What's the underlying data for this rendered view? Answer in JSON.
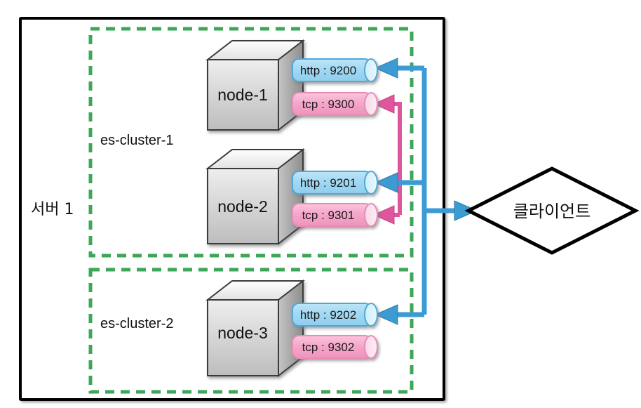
{
  "diagram": {
    "title": "Elasticsearch cluster port diagram",
    "server": {
      "label": "서버 1",
      "border_color": "#000000"
    },
    "clusters": [
      {
        "id": "es-cluster-1",
        "label": "es-cluster-1",
        "border_color": "#3ea757",
        "border_style": "dashed",
        "nodes": [
          {
            "id": "node-1",
            "label": "node-1",
            "ports": [
              {
                "protocol": "http",
                "port": "9200",
                "label": "http : 9200",
                "color": "#a7daf3",
                "connected": true
              },
              {
                "protocol": "tcp",
                "port": "9300",
                "label": "tcp : 9300",
                "color": "#f4a7c9",
                "connected": true
              }
            ]
          },
          {
            "id": "node-2",
            "label": "node-2",
            "ports": [
              {
                "protocol": "http",
                "port": "9201",
                "label": "http : 9201",
                "color": "#a7daf3",
                "connected": true
              },
              {
                "protocol": "tcp",
                "port": "9301",
                "label": "tcp : 9301",
                "color": "#f4a7c9",
                "connected": true
              }
            ]
          }
        ]
      },
      {
        "id": "es-cluster-2",
        "label": "es-cluster-2",
        "border_color": "#3ea757",
        "border_style": "dashed",
        "nodes": [
          {
            "id": "node-3",
            "label": "node-3",
            "ports": [
              {
                "protocol": "http",
                "port": "9202",
                "label": "http : 9202",
                "color": "#a7daf3",
                "connected": true
              },
              {
                "protocol": "tcp",
                "port": "9302",
                "label": "tcp : 9302",
                "color": "#f4a7c9",
                "connected": false
              }
            ]
          }
        ]
      }
    ],
    "client": {
      "label": "클라이언트",
      "shape": "diamond",
      "border_color": "#000000"
    },
    "connections": [
      {
        "from": "client",
        "to": "node-1.http",
        "color": "#3d9bd4"
      },
      {
        "from": "client",
        "to": "node-2.http",
        "color": "#3d9bd4"
      },
      {
        "from": "client",
        "to": "node-3.http",
        "color": "#3d9bd4"
      },
      {
        "from": "node-2.tcp",
        "to": "node-1.tcp",
        "color": "#e0559b"
      }
    ],
    "colors": {
      "http_blue": "#a7daf3",
      "tcp_pink": "#f4a7c9",
      "line_blue": "#3d9bd4",
      "line_pink": "#e0559b",
      "cluster_green": "#3ea757",
      "node_gray_light": "#f0f0f0",
      "node_gray_dark": "#b8b8b8",
      "frame_black": "#000000"
    }
  }
}
